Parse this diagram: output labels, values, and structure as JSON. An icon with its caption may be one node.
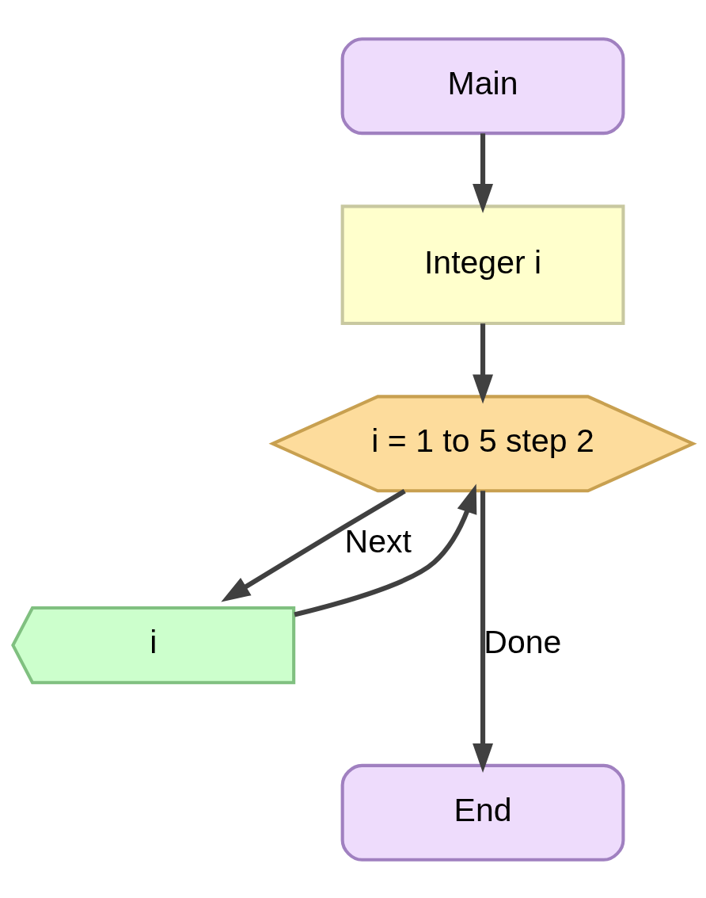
{
  "diagram": {
    "nodes": [
      {
        "text": [
          "Main"
        ]
      },
      {
        "text": [
          "Integer i"
        ]
      },
      {
        "text": [
          "i = 1 to 5 step 2"
        ]
      },
      {
        "text": [
          "i"
        ]
      },
      {
        "text": [
          "End"
        ]
      }
    ],
    "edges": [
      {
        "from": 0,
        "to": 1,
        "arrow": "to"
      },
      {
        "from": 1,
        "to": 2,
        "arrow": "to"
      },
      {
        "from": 2,
        "to": 3,
        "arrow": "to",
        "label": "Next"
      },
      {
        "from": 3,
        "to": 2,
        "arrow": "to"
      },
      {
        "from": 2,
        "to": 4,
        "arrow": "to",
        "label": "Done"
      }
    ]
  }
}
